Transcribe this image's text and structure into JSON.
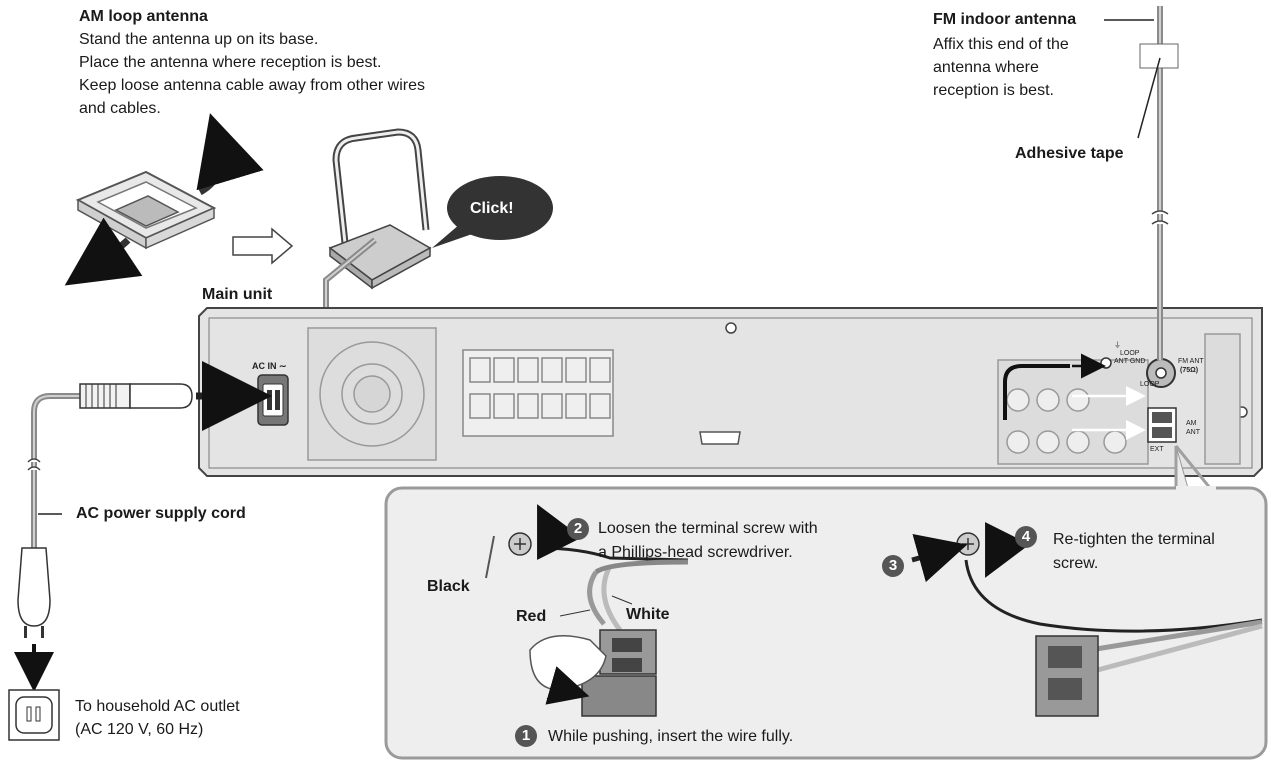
{
  "am_antenna": {
    "title": "AM loop antenna",
    "lines": [
      "Stand the antenna up on its base.",
      "Place the antenna where reception is best.",
      "Keep loose antenna cable away from other wires",
      "and cables."
    ]
  },
  "fm_antenna": {
    "title": "FM indoor antenna",
    "lines": [
      "Affix this end of the",
      "antenna where",
      "reception is best."
    ],
    "tape_label": "Adhesive tape"
  },
  "click_label": "Click!",
  "main_unit_label": "Main unit",
  "panel": {
    "ac_in": "AC IN",
    "loop_ant_gnd": [
      "LOOP",
      "ANT GND"
    ],
    "fm_ant": [
      "FM ANT",
      "(75Ω)"
    ],
    "loop": "LOOP",
    "am_ant": [
      "AM",
      "ANT"
    ],
    "ext": "EXT"
  },
  "power": {
    "cord_label": "AC power supply cord",
    "outlet_lines": [
      "To household AC outlet",
      "(AC 120 V, 60 Hz)"
    ]
  },
  "steps": [
    {
      "num": "1",
      "text": "While pushing, insert the wire fully."
    },
    {
      "num": "2",
      "lines": [
        "Loosen the terminal screw with",
        "a Phillips-head screwdriver."
      ]
    },
    {
      "num": "3",
      "text": ""
    },
    {
      "num": "4",
      "lines": [
        "Re-tighten the terminal",
        "screw."
      ]
    }
  ],
  "wire_labels": {
    "black": "Black",
    "red": "Red",
    "white": "White"
  },
  "colors": {
    "panel": "#e4e4e4",
    "cable": "#8a8a8a",
    "inset_bg": "#eeeeee",
    "inset_border": "#9a9a9a",
    "arrow": "#111111"
  }
}
